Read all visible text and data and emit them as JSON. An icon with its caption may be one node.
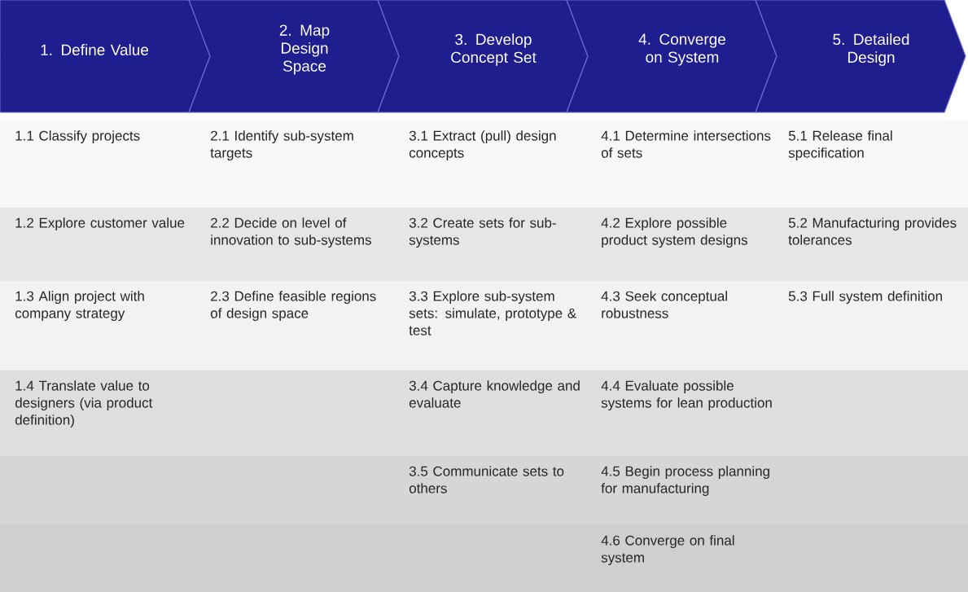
{
  "diagram": {
    "nodes": [
      {
        "text": [
          "1. Define Value"
        ]
      },
      {
        "text": [
          "2. Map Design Space"
        ]
      },
      {
        "text": [
          "3. Develop Concept Set"
        ]
      },
      {
        "text": [
          "4. Converge on System"
        ]
      },
      {
        "text": [
          "5. Detailed Design"
        ]
      }
    ],
    "labels": [
      "1.1 Classify projects",
      "2.1 Identify sub-system targets",
      "3.1 Extract (pull) design concepts",
      "4.1 Determine intersections of sets",
      "5.1 Release final specification",
      "1.2 Explore customer value",
      "2.2 Decide on level of innovation to sub-systems",
      "3.2 Create sets for sub-systems",
      "4.2 Explore possible product system designs",
      "5.2 Manufacturing provides tolerances",
      "1.3 Align project with company strategy",
      "2.3 Define feasible regions of design space",
      "3.3 Explore sub-system sets: simulate, prototype & test",
      "4.3 Seek conceptual robustness",
      "5.3 Full system definition",
      "1.4 Translate value to designers (via product definition)",
      "3.4 Capture knowledge and evaluate",
      "4.4 Evaluate possible systems for lean production",
      "3.5 Communicate sets to others",
      "4.5 Begin process planning for manufacturing",
      "4.6 Converge on final system"
    ]
  }
}
